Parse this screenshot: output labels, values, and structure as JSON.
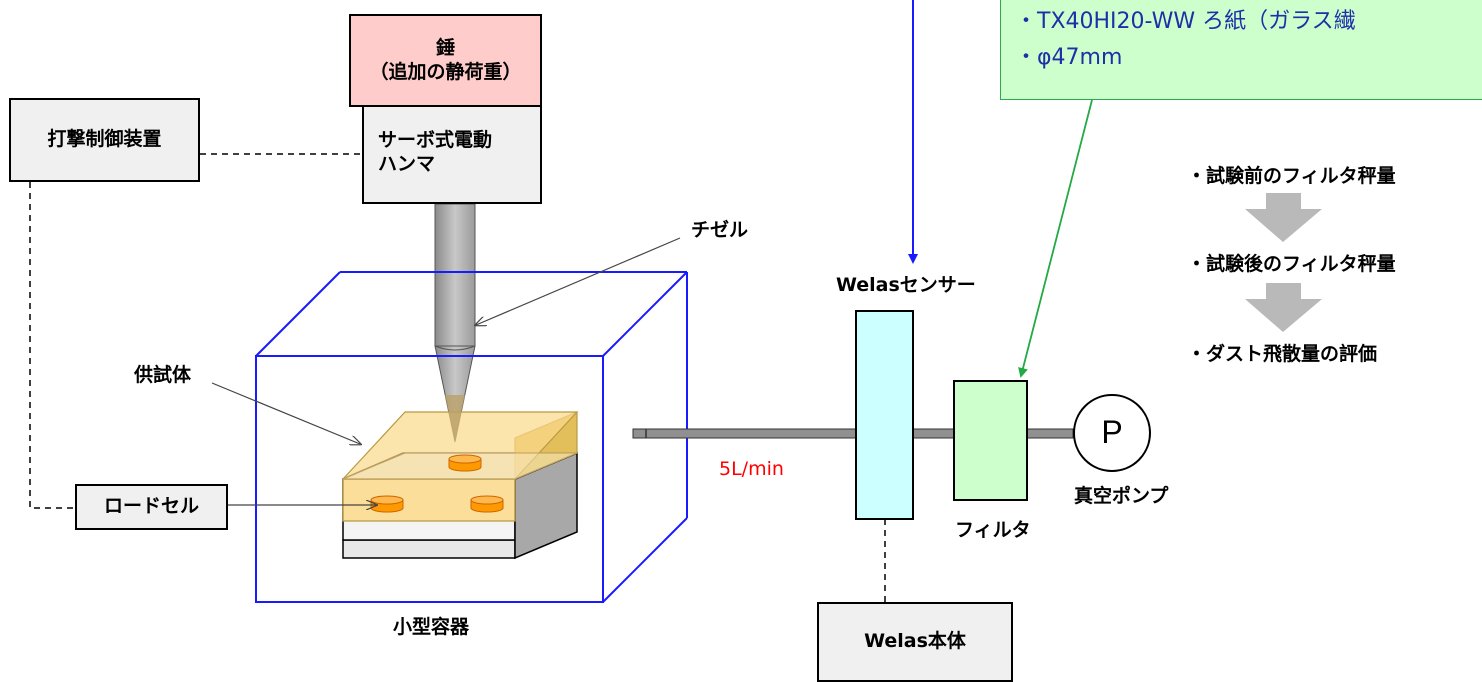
{
  "weight_box": {
    "line1": "錘",
    "line2": "（追加の静荷重）"
  },
  "hammer_box": {
    "line1": "サーボ式電動",
    "line2": "ハンマ"
  },
  "control_box": {
    "label": "打撃制御装置"
  },
  "loadcell_box": {
    "label": "ロードセル"
  },
  "labels": {
    "chisel": "チゼル",
    "specimen": "供試体",
    "container": "小型容器",
    "flow": "5L/min",
    "welas_sensor": "Welasセンサー",
    "filter": "フィルタ",
    "pump": "真空ポンプ",
    "pump_symbol": "P"
  },
  "welas_body": {
    "label": "Welas本体"
  },
  "filter_note": {
    "line1": "・TX40HI20-WW ろ紙（ガラス繊",
    "line2": "・φ47mm"
  },
  "process_steps": [
    "・試験前のフィルタ秤量",
    "・試験後のフィルタ秤量",
    "・ダスト飛散量の評価"
  ],
  "colors": {
    "weight_fill": "#ffcccc",
    "container_edge": "#1a1aff",
    "note_fill": "#ccffcc",
    "sensor_fill": "#ccffff",
    "filter_fill": "#ccffcc",
    "specimen_top": "#fbd98a",
    "sample_disc": "#ff9900"
  }
}
